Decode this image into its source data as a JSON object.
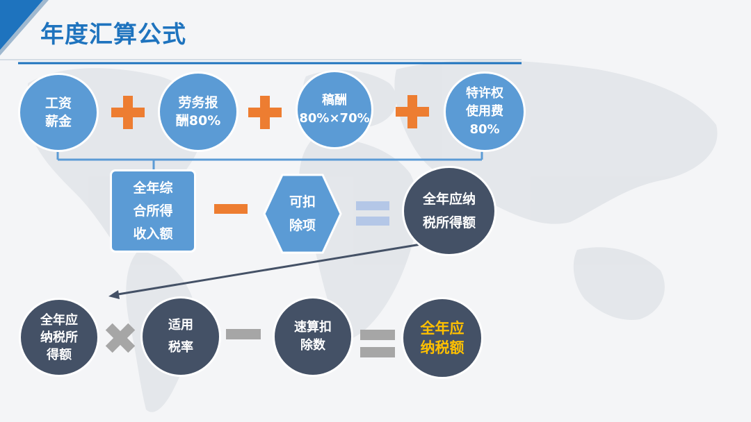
{
  "title": "年度汇算公式",
  "colors": {
    "accent_blue": "#1e73be",
    "circle_light": "#5b9bd5",
    "circle_dark": "#445166",
    "plus_orange": "#ed7d31",
    "result_gold": "#ffc000"
  },
  "row1": {
    "items": [
      {
        "label": "工资\n薪金"
      },
      {
        "label": "劳务报\n酬80%"
      },
      {
        "label": "稿酬\n80%×70%"
      },
      {
        "label": "特许权\n使用费\n80%"
      }
    ]
  },
  "row2": {
    "income": "全年综\n合所得\n收入额",
    "deductions": "可扣\n除项",
    "taxable": "全年应纳\n税所得额"
  },
  "row3": {
    "taxable": "全年应\n纳税所\n得额",
    "rate": "适用\n税率",
    "quick_deduction": "速算扣\n除数",
    "result": "全年应\n纳税额"
  },
  "icons": [
    "plus-icon",
    "minus-icon",
    "equals-icon",
    "multiply-icon",
    "arrow-icon",
    "world-map-icon"
  ]
}
